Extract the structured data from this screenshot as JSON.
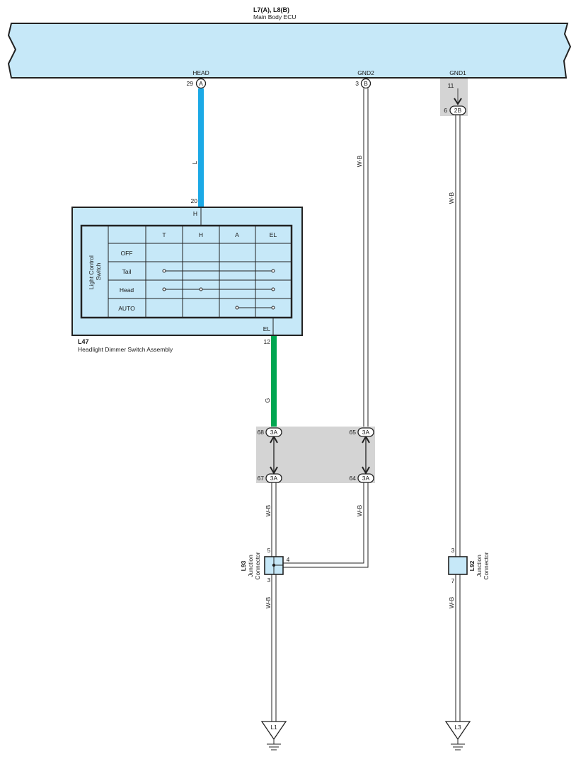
{
  "ecu": {
    "code": "L7(A), L8(B)",
    "name": "Main Body ECU",
    "pin_head": "HEAD",
    "pin_gnd2": "GND2",
    "pin_gnd1": "GND1"
  },
  "terminals": {
    "head_num": "29",
    "head_conn": "A",
    "gnd2_num": "3",
    "gnd2_conn": "B",
    "gnd1_num": "11",
    "gnd1_joint_num": "6",
    "gnd1_joint_conn": "2B"
  },
  "wires": {
    "head_color": "L",
    "gnd2_color": "W-B",
    "gnd1_color": "W-B",
    "el_color": "G",
    "left_low_upper": "W-B",
    "right_low": "W-B",
    "left_bottom": "W-B",
    "right_bottom": "W-B"
  },
  "colors": {
    "ecu_fill": "#c6e8f8",
    "blue_wire": "#1ba9e6",
    "green_wire": "#00a651",
    "junction_gray": "#d4d4d4"
  },
  "switch": {
    "code": "L47",
    "name": "Headlight Dimmer Switch Assembly",
    "pin_top_num": "20",
    "pin_top_name": "H",
    "pin_bottom_name": "EL",
    "pin_bottom_num": "12",
    "side_label_line1": "Light Control",
    "side_label_line2": "Switch",
    "columns": [
      "T",
      "H",
      "A",
      "EL"
    ],
    "rows": [
      "OFF",
      "Tail",
      "Head",
      "AUTO"
    ]
  },
  "jc_3a": {
    "conn": "3A",
    "pin_68": "68",
    "pin_65": "65",
    "pin_67": "67",
    "pin_64": "64"
  },
  "l93": {
    "code": "L93",
    "name_line1": "Junction",
    "name_line2": "Connector",
    "pin_top": "5",
    "pin_side": "4",
    "pin_bottom": "3"
  },
  "l92": {
    "code": "L92",
    "name_line1": "Junction",
    "name_line2": "Connector",
    "pin_top": "3",
    "pin_bottom": "7"
  },
  "grounds": {
    "left": "L1",
    "right": "L3"
  }
}
